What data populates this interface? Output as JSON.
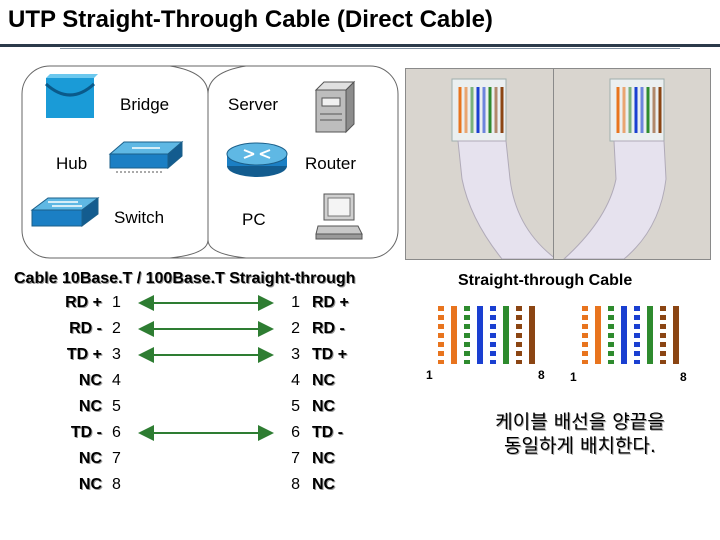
{
  "title": "UTP Straight-Through Cable (Direct Cable)",
  "devices": {
    "bridge": "Bridge",
    "server": "Server",
    "hub": "Hub",
    "router": "Router",
    "switch": "Switch",
    "pc": "PC"
  },
  "wiring_caption": "Cable 10Base.T / 100Base.T Straight-through",
  "photo_caption": "Straight-through Cable",
  "pins": [
    {
      "left_signal": "RD +",
      "left_pin": "1",
      "right_pin": "1",
      "right_signal": "RD +"
    },
    {
      "left_signal": "RD -",
      "left_pin": "2",
      "right_pin": "2",
      "right_signal": "RD -"
    },
    {
      "left_signal": "TD +",
      "left_pin": "3",
      "right_pin": "3",
      "right_signal": "TD +"
    },
    {
      "left_signal": "NC",
      "left_pin": "4",
      "right_pin": "4",
      "right_signal": "NC"
    },
    {
      "left_signal": "NC",
      "left_pin": "5",
      "right_pin": "5",
      "right_signal": "NC"
    },
    {
      "left_signal": "TD -",
      "left_pin": "6",
      "right_pin": "6",
      "right_signal": "TD -"
    },
    {
      "left_signal": "NC",
      "left_pin": "7",
      "right_pin": "7",
      "right_signal": "NC"
    },
    {
      "left_signal": "NC",
      "left_pin": "8",
      "right_pin": "8",
      "right_signal": "NC"
    }
  ],
  "connected_pins": [
    "1",
    "2",
    "3",
    "6"
  ],
  "arrow_color": "#2e7d32",
  "connector_labels": {
    "a_start": "1",
    "a_end": "8",
    "b_start": "1",
    "b_end": "8"
  },
  "wire_order": [
    {
      "name": "white-orange",
      "base": "#ffffff",
      "stripe": "#e8741e"
    },
    {
      "name": "orange",
      "base": "#e8741e",
      "stripe": null
    },
    {
      "name": "white-green",
      "base": "#ffffff",
      "stripe": "#2e8b2e"
    },
    {
      "name": "blue",
      "base": "#1a3fd1",
      "stripe": null
    },
    {
      "name": "white-blue",
      "base": "#ffffff",
      "stripe": "#1a3fd1"
    },
    {
      "name": "green",
      "base": "#2e8b2e",
      "stripe": null
    },
    {
      "name": "white-brown",
      "base": "#ffffff",
      "stripe": "#8b4513"
    },
    {
      "name": "brown",
      "base": "#8b4513",
      "stripe": null
    }
  ],
  "note_line1": "케이블 배선을 양끝을",
  "note_line2": "동일하게 배치한다."
}
